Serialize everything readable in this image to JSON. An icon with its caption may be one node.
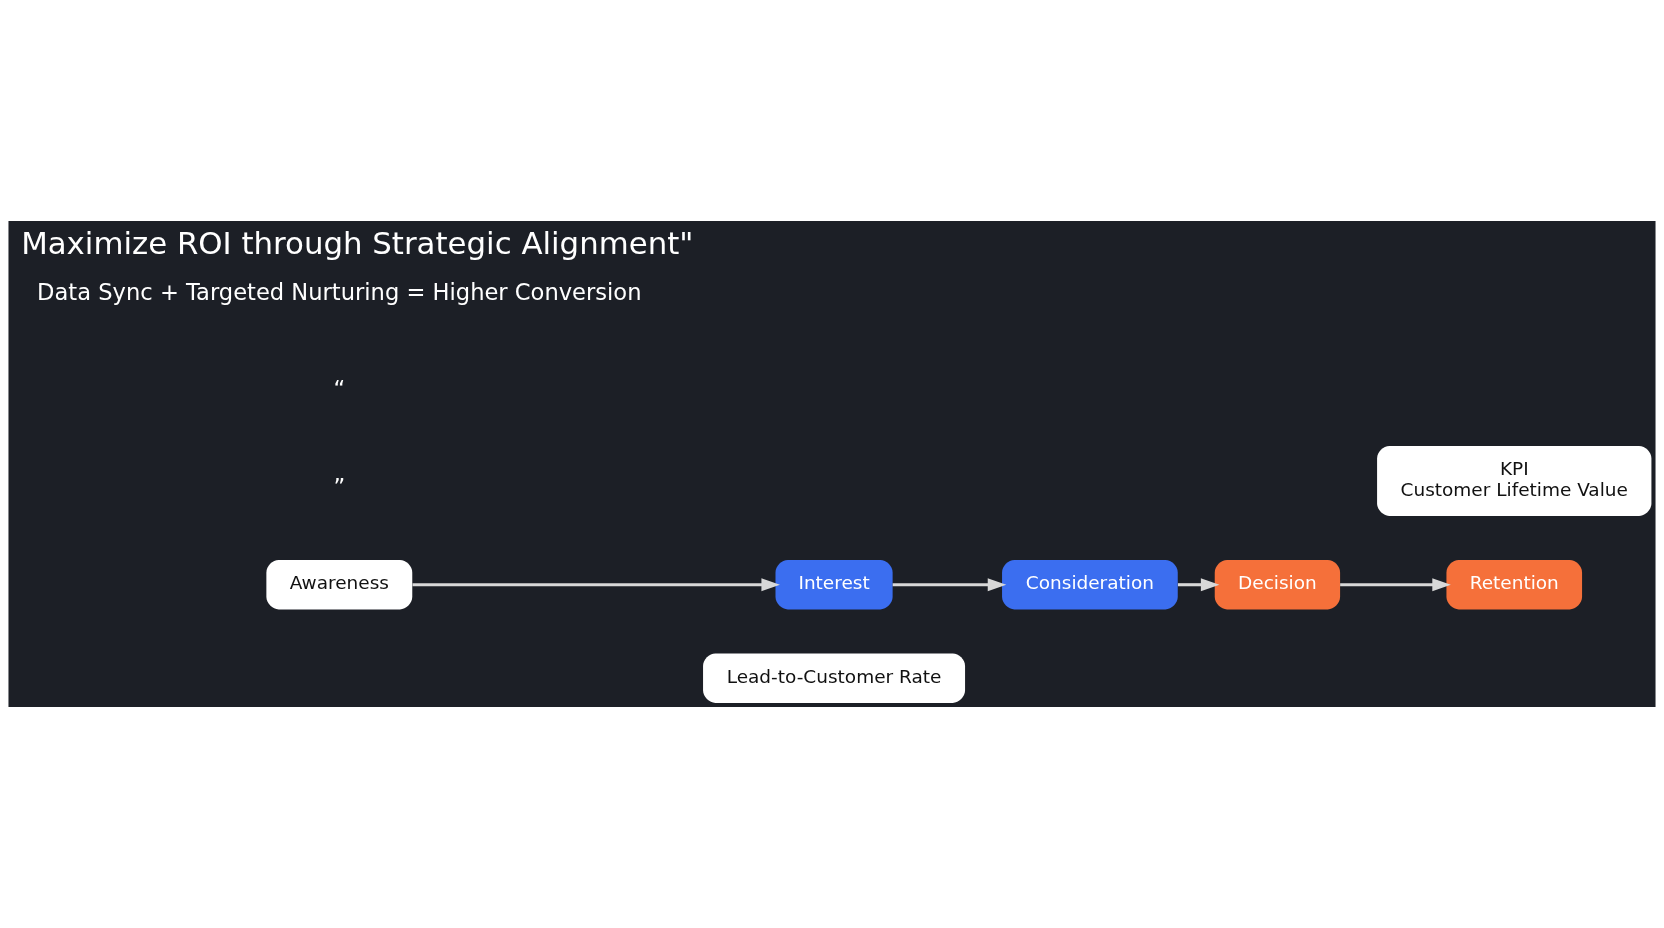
{
  "diagram": {
    "title": "Maximize ROI through Strategic Alignment\"",
    "nodes": [
      {
        "text": [
          "Awareness"
        ]
      },
      {
        "text": [
          "Interest"
        ]
      },
      {
        "text": [
          "Consideration"
        ]
      },
      {
        "text": [
          "Decision"
        ]
      },
      {
        "text": [
          "Retention"
        ]
      },
      {
        "text": [
          "KPI",
          "Customer Lifetime Value"
        ]
      },
      {
        "text": [
          "Lead-to-Customer Rate"
        ]
      }
    ],
    "edges": [
      {
        "from": 0,
        "to": 1,
        "arrow": "to"
      },
      {
        "from": 1,
        "to": 2,
        "arrow": "to"
      },
      {
        "from": 2,
        "to": 3,
        "arrow": "to"
      },
      {
        "from": 3,
        "to": 4,
        "arrow": "to"
      }
    ],
    "labels": [
      "”",
      "“",
      "Data Sync + Targeted Nurturing = Higher Conversion"
    ]
  }
}
